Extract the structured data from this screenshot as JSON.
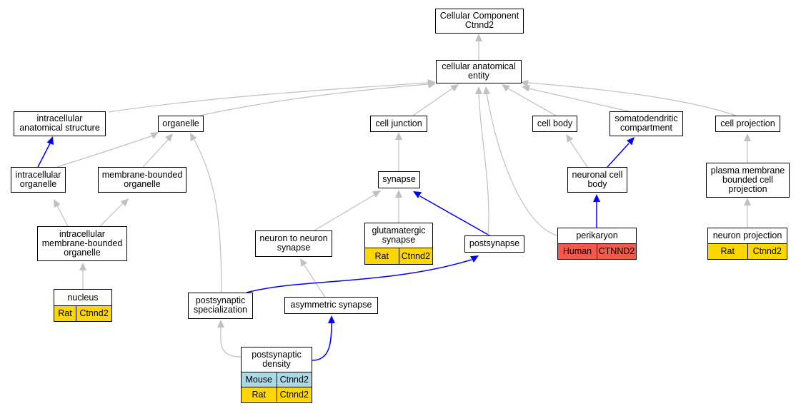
{
  "colors": {
    "edge_default": "#c0c0c0",
    "edge_highlight": "#0000ff",
    "species_rat": "#ffd700",
    "species_mouse": "#add8e6",
    "species_human": "#f05a4a"
  },
  "nodes": {
    "root": {
      "label": "Cellular Component\nCtnnd2"
    },
    "cae": {
      "label": "cellular anatomical\nentity"
    },
    "ias": {
      "label": "intracellular\nanatomical structure"
    },
    "organelle": {
      "label": "organelle"
    },
    "celljunction": {
      "label": "cell junction"
    },
    "cellbody": {
      "label": "cell body"
    },
    "somato": {
      "label": "somatodendritic\ncompartment"
    },
    "cellproj": {
      "label": "cell projection"
    },
    "intraorg": {
      "label": "intracellular\norganelle"
    },
    "mbo": {
      "label": "membrane-bounded\norganelle"
    },
    "synapse": {
      "label": "synapse"
    },
    "ncb": {
      "label": "neuronal cell\nbody"
    },
    "pmbcp": {
      "label": "plasma membrane\nbounded cell\nprojection"
    },
    "imbo": {
      "label": "intracellular\nmembrane-bounded\norganelle"
    },
    "n2n": {
      "label": "neuron to neuron\nsynapse"
    },
    "glut": {
      "label": "glutamatergic\nsynapse",
      "annotations": [
        {
          "species": "Rat",
          "gene": "Ctnnd2"
        }
      ]
    },
    "postsynapse": {
      "label": "postsynapse"
    },
    "perikaryon": {
      "label": "perikaryon",
      "annotations": [
        {
          "species": "Human",
          "gene": "CTNND2"
        }
      ]
    },
    "neuronproj": {
      "label": "neuron projection",
      "annotations": [
        {
          "species": "Rat",
          "gene": "Ctnnd2"
        }
      ]
    },
    "nucleus": {
      "label": "nucleus",
      "annotations": [
        {
          "species": "Rat",
          "gene": "Ctnnd2"
        }
      ]
    },
    "pss": {
      "label": "postsynaptic\nspecialization"
    },
    "asym": {
      "label": "asymmetric synapse"
    },
    "psd": {
      "label": "postsynaptic\ndensity",
      "annotations": [
        {
          "species": "Mouse",
          "gene": "Ctnnd2"
        },
        {
          "species": "Rat",
          "gene": "Ctnnd2"
        }
      ]
    }
  }
}
